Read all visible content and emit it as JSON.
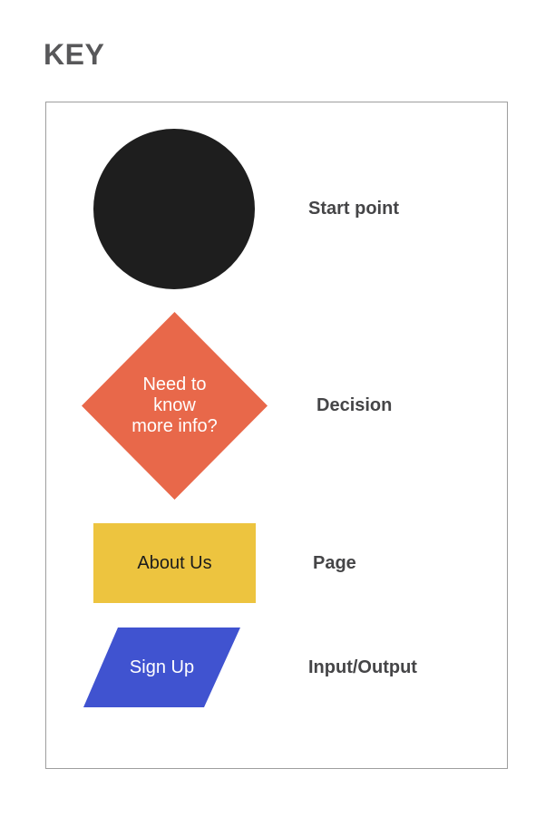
{
  "title": "KEY",
  "legend": {
    "items": [
      {
        "shape": "circle",
        "shape_text": "",
        "label": "Start point",
        "fill": "#1E1E1E"
      },
      {
        "shape": "diamond",
        "shape_text": "Need to\nknow\nmore info?",
        "label": "Decision",
        "fill": "#E8684A"
      },
      {
        "shape": "rectangle",
        "shape_text": "About Us",
        "label": "Page",
        "fill": "#EDC43F"
      },
      {
        "shape": "parallelogram",
        "shape_text": "Sign Up",
        "label": "Input/Output",
        "fill": "#4053D0"
      }
    ]
  },
  "colors": {
    "background": "#FFFFFF",
    "box_border": "#9E9E9E",
    "title_text": "#58585A",
    "label_text": "#454547",
    "shape_text_light": "#FFFFFF",
    "shape_text_dark": "#1C1C1C"
  }
}
